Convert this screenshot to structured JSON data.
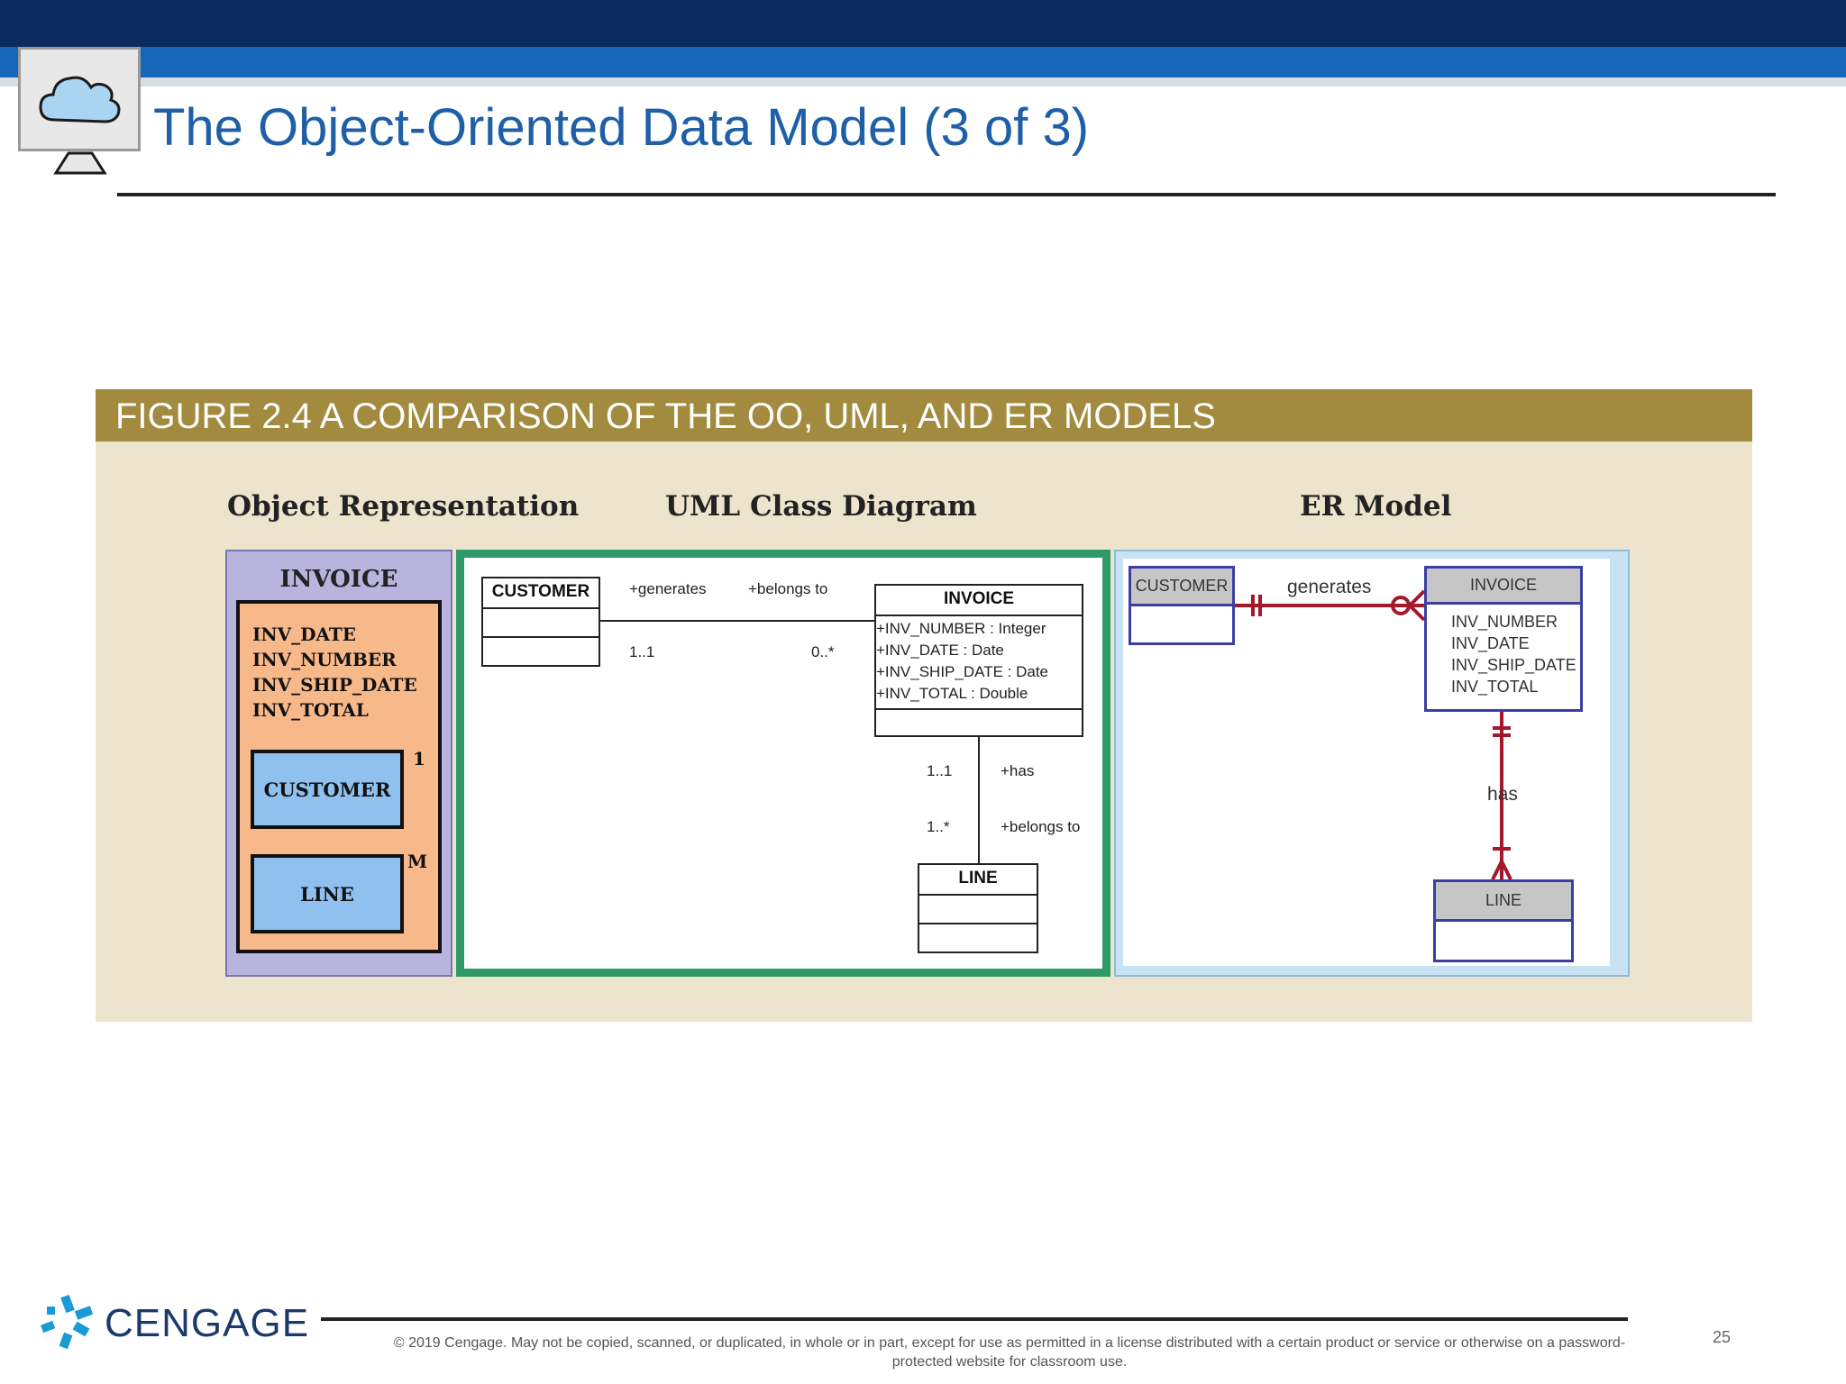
{
  "slide": {
    "title": "The Object-Oriented Data Model (3 of 3)",
    "page_number": "25",
    "copyright_line1": "© 2019 Cengage. May not be copied, scanned, or duplicated, in whole or in part, except for use as permitted in a license distributed with a certain product or service or otherwise on a password-",
    "copyright_line2": "protected website for classroom use.",
    "brand": "CENGAGE"
  },
  "figure": {
    "title": "FIGURE 2.4  A COMPARISON OF THE OO, UML, AND ER MODELS",
    "sections": {
      "object": "Object Representation",
      "uml": "UML Class Diagram",
      "er": "ER Model"
    }
  },
  "object_rep": {
    "class_name": "INVOICE",
    "attributes": [
      "INV_DATE",
      "INV_NUMBER",
      "INV_SHIP_DATE",
      "INV_TOTAL"
    ],
    "customer_label": "CUSTOMER",
    "customer_mult": "1",
    "line_label": "LINE",
    "line_mult": "M"
  },
  "uml": {
    "customer": "CUSTOMER",
    "invoice": "INVOICE",
    "line": "LINE",
    "invoice_attrs": [
      "+INV_NUMBER : Integer",
      "+INV_DATE : Date",
      "+INV_SHIP_DATE : Date",
      "+INV_TOTAL : Double"
    ],
    "role_generates": "+generates",
    "role_belongs_to": "+belongs to",
    "mult_customer": "1..1",
    "mult_invoice": "0..*",
    "mult_has_top": "1..1",
    "role_has": "+has",
    "mult_has_bottom": "1..*",
    "role_belongs_to_2": "+belongs to"
  },
  "er": {
    "customer": "CUSTOMER",
    "invoice": "INVOICE",
    "line": "LINE",
    "invoice_attrs": [
      "INV_NUMBER",
      "INV_DATE",
      "INV_SHIP_DATE",
      "INV_TOTAL"
    ],
    "rel_generates": "generates",
    "rel_has": "has",
    "line_color": "#a3182b",
    "entity_border_color": "#3c3ea0"
  }
}
